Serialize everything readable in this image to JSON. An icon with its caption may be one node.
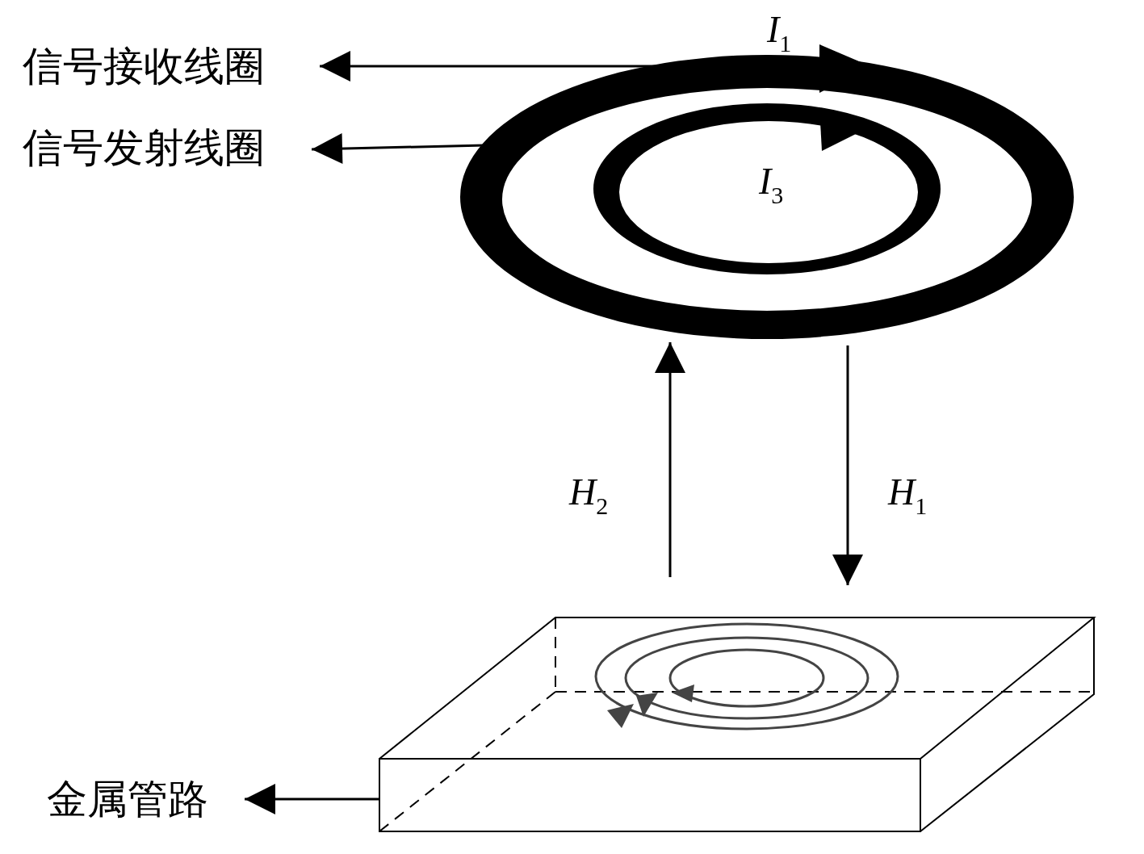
{
  "diagram": {
    "nodes": [
      {
        "text": [
          "信号接收线圈"
        ]
      },
      {
        "text": [
          "信号发射线圈"
        ]
      },
      {
        "text": [],
        "shape": "ellipse"
      },
      {
        "text": [],
        "shape": "ellipse",
        "in": 2
      },
      {
        "text": [
          "金属管路"
        ]
      },
      {
        "text": [],
        "shape": "box"
      }
    ],
    "edges": [
      {
        "from": 2,
        "to": 0,
        "arrow": "to"
      },
      {
        "from": 2,
        "to": 1,
        "arrow": "to"
      },
      {
        "from": 5,
        "to": 4,
        "arrow": "to"
      },
      {
        "from": 2,
        "to": 5,
        "arrow": "to",
        "label": "*H*$_{1}$"
      },
      {
        "from": 5,
        "to": 2,
        "arrow": "to",
        "label": "*H*$_{2}$"
      }
    ],
    "labels": [
      "*I*$_{1}$",
      "*I*$_{3}$"
    ]
  }
}
